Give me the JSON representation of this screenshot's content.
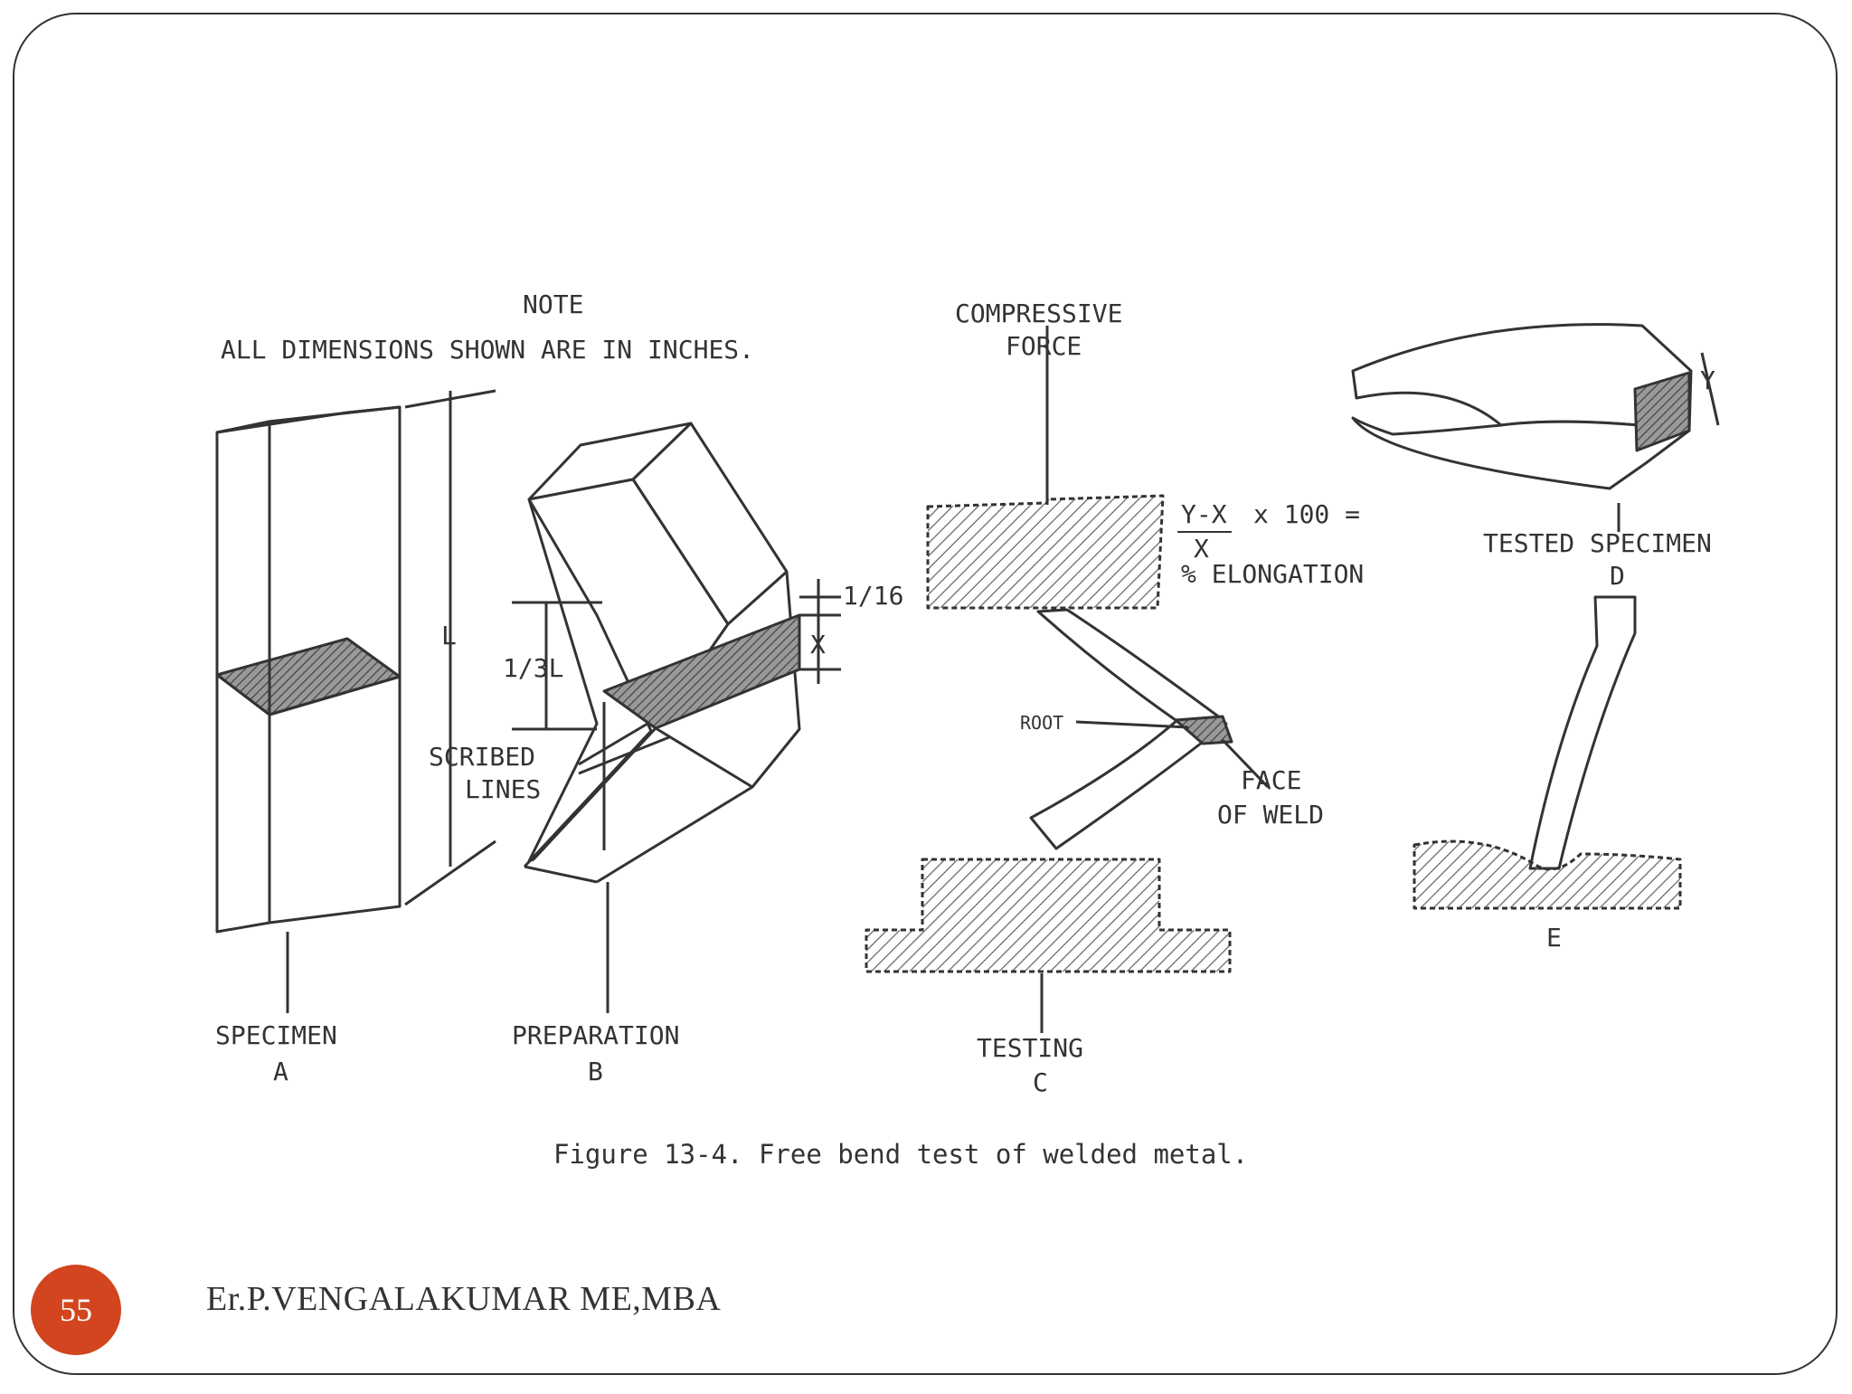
{
  "slide": {
    "page_number": "55",
    "author": "Er.P.VENGALAKUMAR ME,MBA"
  },
  "figure": {
    "note_title": "NOTE",
    "note_text": "ALL DIMENSIONS SHOWN ARE IN INCHES.",
    "compressive_force_line1": "COMPRESSIVE",
    "compressive_force_line2": "FORCE",
    "formula_numerator": "Y-X",
    "formula_times": "x 100 =",
    "formula_denominator": "X",
    "formula_result": "% ELONGATION",
    "tested_specimen": "TESTED SPECIMEN",
    "label_d": "D",
    "label_e": "E",
    "dim_l": "L",
    "dim_one_third_l": "1/3L",
    "dim_one_sixteenth": "1/16",
    "dim_x": "X",
    "dim_y": "Y",
    "scribed_lines_1": "SCRIBED",
    "scribed_lines_2": "LINES",
    "root": "ROOT",
    "face_of_weld_1": "FACE",
    "face_of_weld_2": "OF WELD",
    "specimen": "SPECIMEN",
    "label_a": "A",
    "preparation": "PREPARATION",
    "label_b": "B",
    "testing": "TESTING",
    "label_c": "C",
    "caption": "Figure 13-4.  Free bend test of welded metal."
  }
}
